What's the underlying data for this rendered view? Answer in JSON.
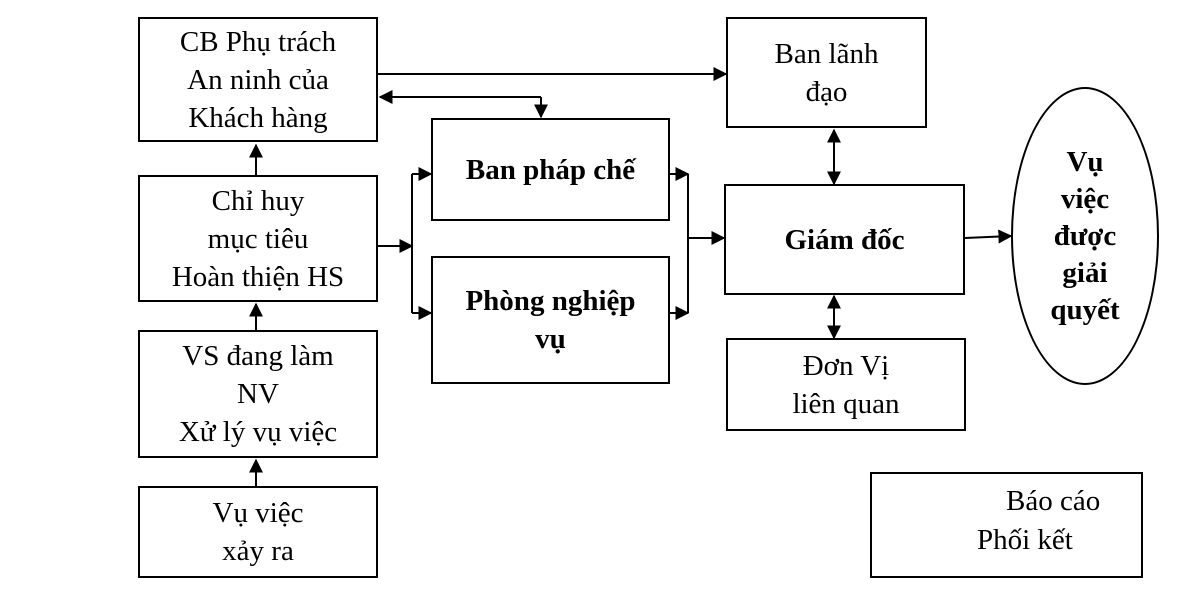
{
  "nodes": {
    "cb_phu_trach": "CB Phụ trách\nAn ninh của\nKhách hàng",
    "chi_huy": "Chỉ huy\nmục tiêu\nHoàn thiện HS",
    "vs_dang_lam": "VS đang làm\nNV\nXử lý vụ việc",
    "vu_viec_xay_ra": "Vụ việc\nxảy ra",
    "ban_phap_che": "Ban pháp chế",
    "phong_nghiep_vu": "Phòng nghiệp\nvụ",
    "ban_lanh_dao": "Ban lãnh\nđạo",
    "giam_doc": "Giám đốc",
    "don_vi": "Đơn Vị\nliên quan",
    "ket_qua": "Vụ\nviệc\nđược\ngiải\nquyết"
  },
  "legend": {
    "report": "Báo cáo",
    "coordinate": "Phối kết"
  }
}
